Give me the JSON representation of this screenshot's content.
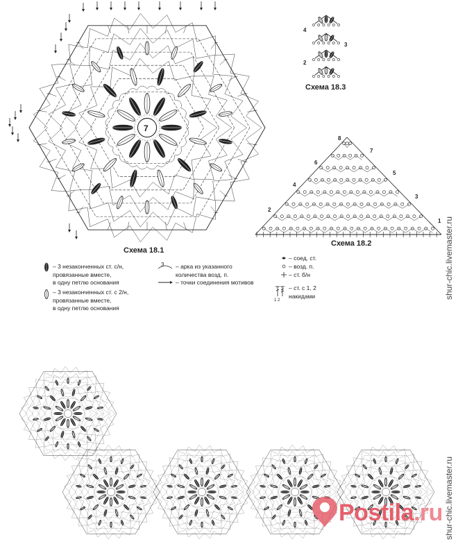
{
  "schemes": {
    "s181": {
      "caption": "Схема 18.1",
      "center_label": "7"
    },
    "s182": {
      "caption": "Схема 18.2",
      "row_labels": [
        "1",
        "2",
        "3",
        "4",
        "5",
        "6",
        "7",
        "8"
      ]
    },
    "s183": {
      "caption": "Схема 18.3",
      "row_labels": [
        "2",
        "3",
        "4"
      ]
    }
  },
  "legend": {
    "col1": {
      "a_lines": [
        "– 3 незаконченных ст. с/н,",
        "провязанные вместе,",
        "в одну петлю основания"
      ],
      "b_lines": [
        "– 3 незаконченных ст. с 2/н,",
        "провязанные вместе,",
        "в одну петлю основания"
      ]
    },
    "col2": {
      "arc_num": "3",
      "arc_lines": [
        "– арка из указанного",
        "количества возд. п."
      ],
      "join_line": "– точки соединения мотивов"
    },
    "col3": {
      "ss": "– соед. ст.",
      "vp": "– возд. п.",
      "sbn": "– ст. б/н",
      "sn_lines": [
        "– ст. с 1, 2",
        "накидами"
      ],
      "sn_marks": "1   2"
    }
  },
  "watermarks": {
    "side_top": "shur-chic.livemaster.ru",
    "side_bottom": "shur-chic.livemaster.ru"
  },
  "brand": {
    "name": "Postila",
    "tld": ".ru",
    "color": "#e5606c"
  },
  "colors": {
    "ink": "#222222",
    "brand": "#e5606c"
  }
}
